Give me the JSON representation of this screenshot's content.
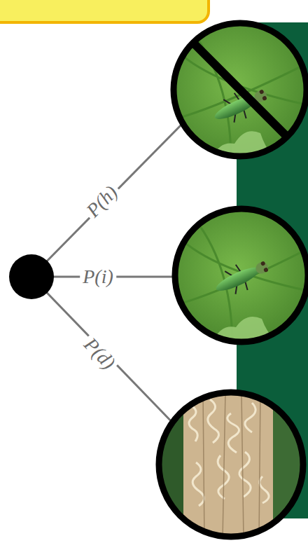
{
  "diagram": {
    "labels": [
      "P(h)",
      "P(i)",
      "P(d)"
    ]
  }
}
